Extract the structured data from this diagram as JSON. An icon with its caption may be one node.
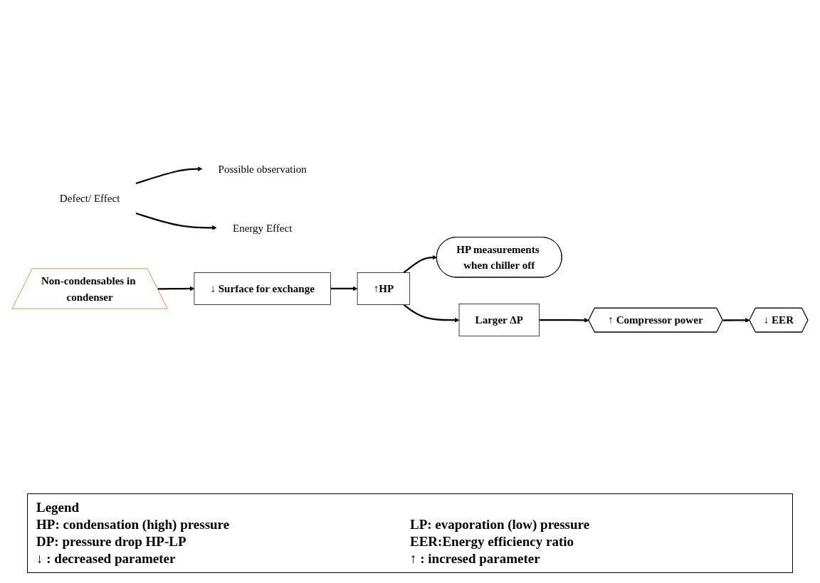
{
  "diagram": {
    "nodes": [
      {
        "text": [
          "Possible observation"
        ]
      },
      {
        "text": [
          "Defect/ Effect"
        ]
      },
      {
        "text": [
          "Energy Effect"
        ]
      },
      {
        "text": [
          "Non-condensables in condenser"
        ]
      },
      {
        "text": [
          "↓ Surface for exchange"
        ]
      },
      {
        "text": [
          "HP measurements when chiller off"
        ]
      },
      {
        "text": [
          "↑HP"
        ]
      },
      {
        "text": [
          "Larger ΔP"
        ]
      },
      {
        "text": [
          "↑ Compressor power"
        ]
      },
      {
        "text": [
          "↓ EER"
        ]
      }
    ],
    "edges": [
      {
        "from": 1,
        "to": 0,
        "arrow": "to"
      },
      {
        "from": 1,
        "to": 2,
        "arrow": "to"
      },
      {
        "from": 3,
        "to": 4,
        "arrow": "to"
      },
      {
        "from": 4,
        "to": 6,
        "arrow": "to"
      },
      {
        "from": 6,
        "to": 5,
        "arrow": "to"
      },
      {
        "from": 6,
        "to": 7,
        "arrow": "to"
      },
      {
        "from": 7,
        "to": 8,
        "arrow": "to"
      },
      {
        "from": 8,
        "to": 9,
        "arrow": "to"
      }
    ],
    "labels": [
      "Legend",
      "HP: condensation (high) pressure",
      "LP: evaporation (low) pressure",
      "DP: pressure drop HP-LP",
      "EER:Energy efficiency ratio",
      "↓ : decreased parameter",
      "↑ : incresed parameter"
    ]
  }
}
